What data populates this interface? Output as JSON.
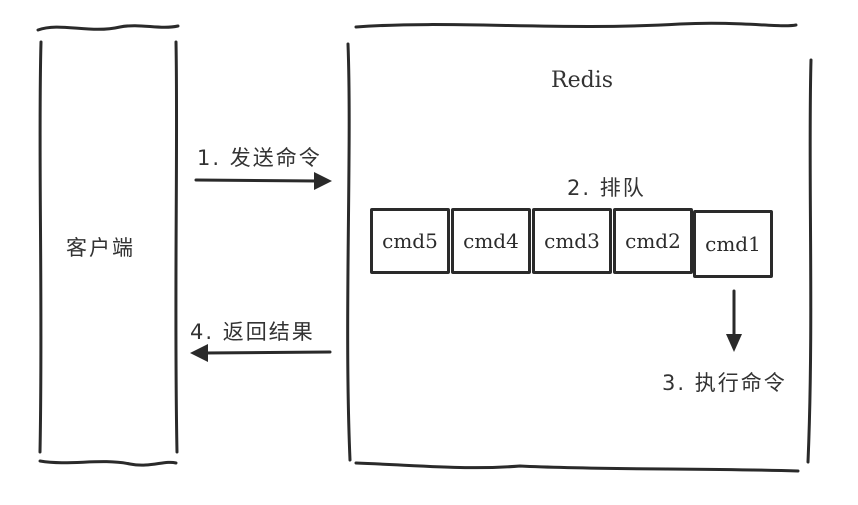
{
  "client": {
    "label": "客户端"
  },
  "server": {
    "label": "Redis"
  },
  "steps": {
    "send": "1. 发送命令",
    "queue": "2. 排队",
    "execute": "3. 执行命令",
    "return": "4. 返回结果"
  },
  "queue": {
    "commands": [
      "cmd5",
      "cmd4",
      "cmd3",
      "cmd2",
      "cmd1"
    ]
  },
  "colors": {
    "ink": "#2a2a2a",
    "background": "#ffffff"
  }
}
